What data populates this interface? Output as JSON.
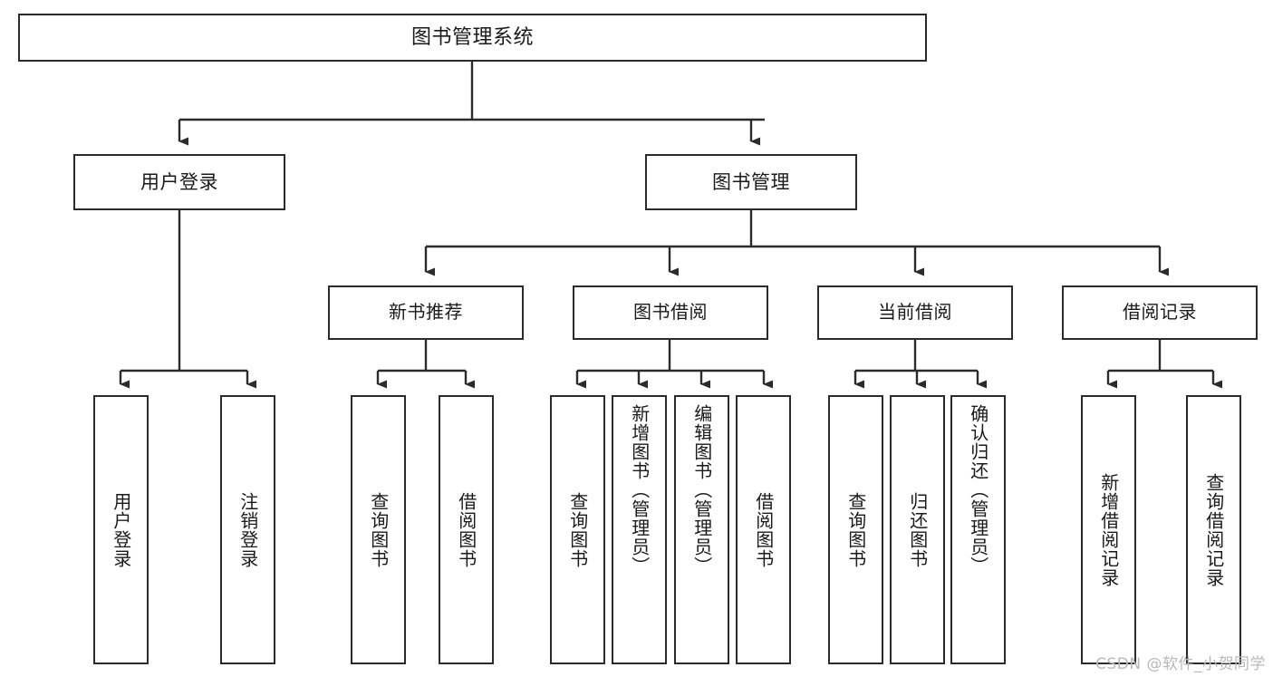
{
  "diagram": {
    "title": "图书管理系统",
    "type": "tree-hierarchy-diagram",
    "watermark": "CSDN @软件_小贺同学",
    "colors": {
      "box_border": "#2b2b2b",
      "box_fill": "#ffffff",
      "connector": "#2b2b2b",
      "text": "#1a1a1a",
      "watermark": "#b9b9b9",
      "background": "#ffffff"
    },
    "root": {
      "id": "root",
      "label": "图书管理系统"
    },
    "level2": [
      {
        "id": "user-login",
        "label": "用户登录"
      },
      {
        "id": "book-management",
        "label": "图书管理"
      }
    ],
    "level3": [
      {
        "id": "new-book-recommend",
        "label": "新书推荐",
        "parent": "book-management"
      },
      {
        "id": "book-borrow",
        "label": "图书借阅",
        "parent": "book-management"
      },
      {
        "id": "current-borrow",
        "label": "当前借阅",
        "parent": "book-management"
      },
      {
        "id": "borrow-record",
        "label": "借阅记录",
        "parent": "book-management"
      }
    ],
    "leaves": {
      "user-login": [
        {
          "id": "leaf-user-login",
          "label": "用户登录"
        },
        {
          "id": "leaf-logout",
          "label": "注销登录"
        }
      ],
      "new-book-recommend": [
        {
          "id": "leaf-query-book-1",
          "label": "查询图书"
        },
        {
          "id": "leaf-borrow-book-1",
          "label": "借阅图书"
        }
      ],
      "book-borrow": [
        {
          "id": "leaf-query-book-2",
          "label": "查询图书"
        },
        {
          "id": "leaf-add-book",
          "label": "新增图书（管理员）"
        },
        {
          "id": "leaf-edit-book",
          "label": "编辑图书（管理员）"
        },
        {
          "id": "leaf-borrow-book-2",
          "label": "借阅图书"
        }
      ],
      "current-borrow": [
        {
          "id": "leaf-query-book-3",
          "label": "查询图书"
        },
        {
          "id": "leaf-return-book",
          "label": "归还图书"
        },
        {
          "id": "leaf-confirm-return",
          "label": "确认归还（管理员）"
        }
      ],
      "borrow-record": [
        {
          "id": "leaf-add-record",
          "label": "新增借阅记录"
        },
        {
          "id": "leaf-query-record",
          "label": "查询借阅记录"
        }
      ]
    }
  }
}
